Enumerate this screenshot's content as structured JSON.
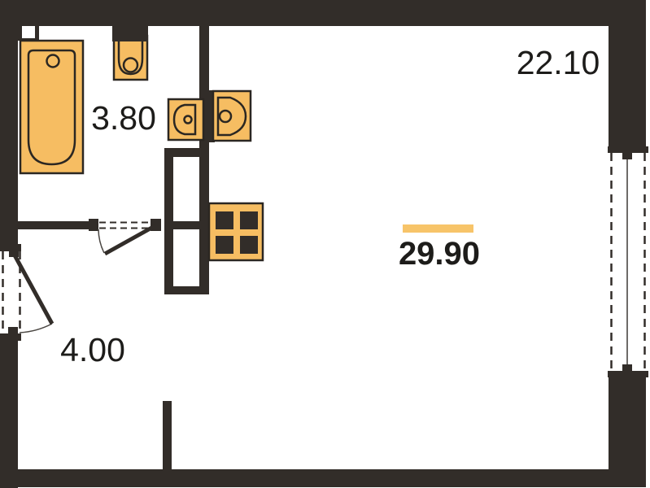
{
  "plan": {
    "type": "apartment-floor-plan",
    "rooms": [
      {
        "id": "bathroom",
        "area": "3.80"
      },
      {
        "id": "hallway",
        "area": "4.00"
      },
      {
        "id": "living-room",
        "area": "22.10"
      },
      {
        "id": "total-area",
        "area": "29.90",
        "highlighted": true
      }
    ],
    "fixtures": [
      {
        "icon": "bathtub-icon"
      },
      {
        "icon": "toilet-icon"
      },
      {
        "icon": "bathroom-sink-icon"
      },
      {
        "icon": "kitchen-sink-icon"
      },
      {
        "icon": "stove-icon"
      },
      {
        "icon": "duct-shaft-icon"
      },
      {
        "icon": "bathroom-door-swing-icon"
      },
      {
        "icon": "entry-door-swing-icon"
      },
      {
        "icon": "window-icon"
      }
    ],
    "colors": {
      "wall": "#322d29",
      "fixture-fill": "#f6bd62",
      "fixture-stroke": "#2b2722",
      "highlight-bar": "#f7c469",
      "label-text": "#1d1c1a",
      "background": "#ffffff"
    }
  }
}
